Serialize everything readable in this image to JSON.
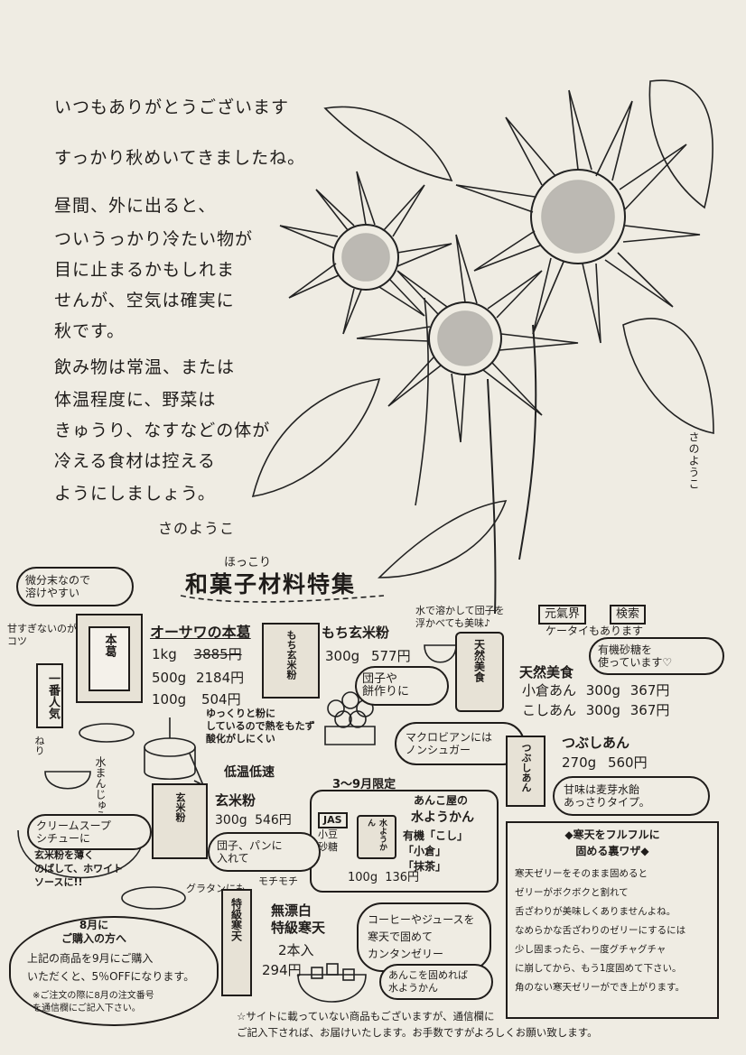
{
  "intro": {
    "lines": [
      "いつもありがとうございます",
      "すっかり秋めいてきましたね。",
      "昼間、外に出ると、",
      "ついうっかり冷たい物が",
      "目に止まるかもしれま",
      "せんが、空気は確実に",
      "秋です。",
      "飲み物は常温、または",
      "体温程度に、野菜は",
      "きゅうり、なすなどの体が",
      "冷える食材は控える",
      "ようにしましょう。"
    ],
    "signature": "さのようこ",
    "illustrator_signature": "さのようこ"
  },
  "feature": {
    "title_prefix": "ほっこり",
    "title": "和菓子材料特集"
  },
  "callouts": {
    "fine_powder": "微分末なので\n溶けやすい",
    "not_too_sweet": "甘すぎないのが\nコツ",
    "ichiban_ninki": "一番人気",
    "melts_in_water": "水で溶かして団子を\n浮かべても美味♪",
    "macrobiotic": "マクロビアンには\nノンシュガー",
    "dango_mochi": "団子や\n餅作りに",
    "yukkuri": "ゆっくりと粉に\nしているので熱をもたず\n酸化がしにくい",
    "teion": "低温低速",
    "gentei": "3〜9月限定",
    "cream_soup_title": "クリームスープ\nシチューに",
    "cream_soup_body": "玄米粉を薄く\nのばして、ホワイト\nソースに!!",
    "gratin": "グラタンにも",
    "dango_pan": "団子、パンに\n入れて",
    "mochimochi": "モチモチ",
    "coffee_juice": "コーヒーやジュースを\n寒天で固めて\nカンタンゼリー",
    "anko_kantei": "あんこを固めれば\n水ようかん",
    "mizu_manju": "水まんじゅう",
    "nerisu": "ねり"
  },
  "products": {
    "osawa": {
      "name": "オーサワの本葛",
      "package_label": "本葛",
      "prices": [
        {
          "size": "1kg",
          "price": "3885円"
        },
        {
          "size": "500g",
          "price": "2184円"
        },
        {
          "size": "100g",
          "price": "504円"
        }
      ]
    },
    "mochi_genmai": {
      "name": "もち玄米粉",
      "package_label": "もち玄米粉",
      "size": "300g",
      "price": "577円"
    },
    "genmai": {
      "name": "玄米粉",
      "package_label": "玄米粉",
      "size": "300g",
      "price": "546円"
    },
    "tennen_mishoku": {
      "brands": [
        "元氣界",
        "検索"
      ],
      "brand_note": "ケータイもあります",
      "name": "天然美食",
      "package_label": "天然美食",
      "sugar_note": "有機砂糖を\n使っています♡",
      "items": [
        {
          "name": "小倉あん",
          "size": "300g",
          "price": "367円"
        },
        {
          "name": "こしあん",
          "size": "300g",
          "price": "367円"
        }
      ]
    },
    "tsubushi": {
      "name": "つぶしあん",
      "package_label": "つぶしあん",
      "size": "270g",
      "price": "560円",
      "note": "甘味は麦芽水飴\nあっさりタイプ。"
    },
    "mizuyokan": {
      "maker": "あんこ屋の",
      "name": "水ようかん",
      "jas": "JAS",
      "badge": "小豆\n砂糖",
      "cup_label": "水ようかん",
      "flavors": "有機「こし」\n「小倉」\n「抹茶」",
      "size": "100g",
      "price": "136円"
    },
    "kanten": {
      "package_label": "特級寒天",
      "name": "無漂白\n特級寒天",
      "qty": "2本入",
      "price": "294円"
    }
  },
  "kanten_tip": {
    "title": "◆寒天をフルフルに\n固める裏ワザ◆",
    "lines": [
      "寒天ゼリーをそのまま固めると",
      "ゼリーがボクボクと割れて",
      "舌ざわりが美味しくありませんよね。",
      "なめらかな舌ざわりのゼリーにするには",
      "少し固まったら、一度グチャグチャ",
      "に崩してから、もう1度固めて下さい。",
      "角のない寒天ゼリーができ上がります。"
    ]
  },
  "august": {
    "title": "8月に\nご購入の方へ",
    "body": "上記の商品を9月にご購入\nいただくと、5％OFFになります。",
    "note": "※ご注文の際に8月の注文番号\nを通信欄にご記入下さい。"
  },
  "footer": {
    "line1": "☆サイトに載っていない商品もございますが、通信欄に",
    "line2": "ご記入下されば、お届けいたします。お手数ですがよろしくお願い致します。"
  }
}
